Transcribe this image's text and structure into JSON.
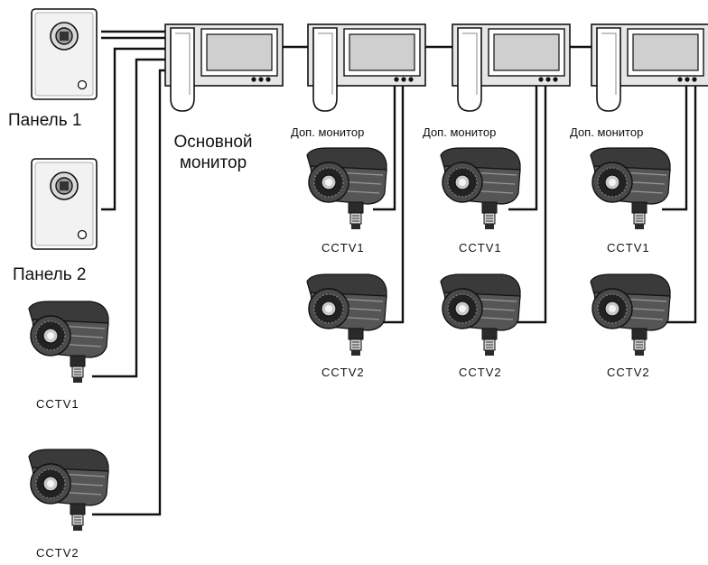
{
  "labels": {
    "panel1": "Панель 1",
    "panel2": "Панель 2",
    "main_monitor": "Основной монитор",
    "main_monitor_line1": "Основной",
    "main_monitor_line2": "монитор",
    "extra_monitor": "Доп. монитор",
    "cctv1": "CCTV1",
    "cctv2": "CCTV2"
  },
  "devices": {
    "panels": [
      "Панель 1",
      "Панель 2"
    ],
    "main_monitor": "Основной монитор",
    "extra_monitors": [
      "Доп. монитор",
      "Доп. монитор",
      "Доп. монитор"
    ],
    "cameras_per_monitor": [
      "CCTV1",
      "CCTV2"
    ]
  },
  "colors": {
    "line": "#111111",
    "device_fill": "#ffffff",
    "device_shade": "#e6e6e6",
    "screen_fill": "#cfcfcf",
    "camera_body": "#3a3a3a",
    "camera_dark": "#1a1a1a"
  }
}
